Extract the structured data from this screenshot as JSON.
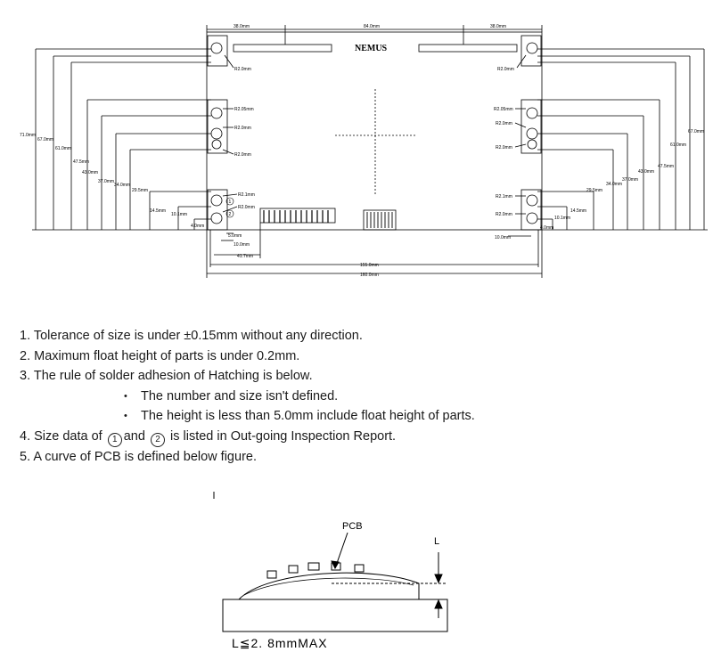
{
  "drawing": {
    "brand": "NEMUS",
    "top_dims": [
      "38.0mm",
      "84.0mm",
      "38.0mm"
    ],
    "bottom_dims": [
      "155.0mm",
      "160.0mm"
    ],
    "bottom_small_dims": [
      "5.0mm",
      "10.0mm",
      "41.7mm"
    ],
    "right_bottom_dim": "10.0mm",
    "small_left": [
      "4.0mm",
      "10.1mm",
      "14.5mm",
      "29.5mm",
      "34.0mm",
      "37.0mm",
      "43.0mm",
      "47.5mm",
      "61.0mm",
      "67.0mm",
      "71.0mm"
    ],
    "small_right": [
      "4.0mm",
      "10.1mm",
      "14.5mm",
      "29.5mm",
      "34.0mm",
      "37.0mm",
      "43.0mm",
      "47.5mm",
      "61.0mm",
      "67.0mm"
    ],
    "radius_left": [
      "R2.0mm",
      "R2.05mm",
      "R2.0mm",
      "R2.0mm",
      "R2.1mm",
      "R2.0mm"
    ],
    "radius_right": [
      "R2.0mm",
      "R2.05mm",
      "R2.0mm",
      "R2.0mm",
      "R2.1mm",
      "R2.0mm"
    ],
    "ref_marks": [
      "1",
      "2"
    ]
  },
  "notes": {
    "n1": "1. Tolerance of size is under ±0.15mm without any direction.",
    "n2": "2. Maximum float height of parts is under 0.2mm.",
    "n3": "3. The rule of solder adhesion of Hatching is below.",
    "b1": "The number and size isn't defined.",
    "b2": "The height is less than 5.0mm include float height of parts.",
    "n4_a": "4. Size data of",
    "n4_c1": "1",
    "n4_b": "and",
    "n4_c2": "2",
    "n4_c": "is listed in Out-going Inspection Report.",
    "n5": "5. A curve of PCB is defined below figure."
  },
  "pcb_figure": {
    "pcb_label": "PCB",
    "l_label": "L",
    "caption": "L≦2. 8mmMAX"
  }
}
